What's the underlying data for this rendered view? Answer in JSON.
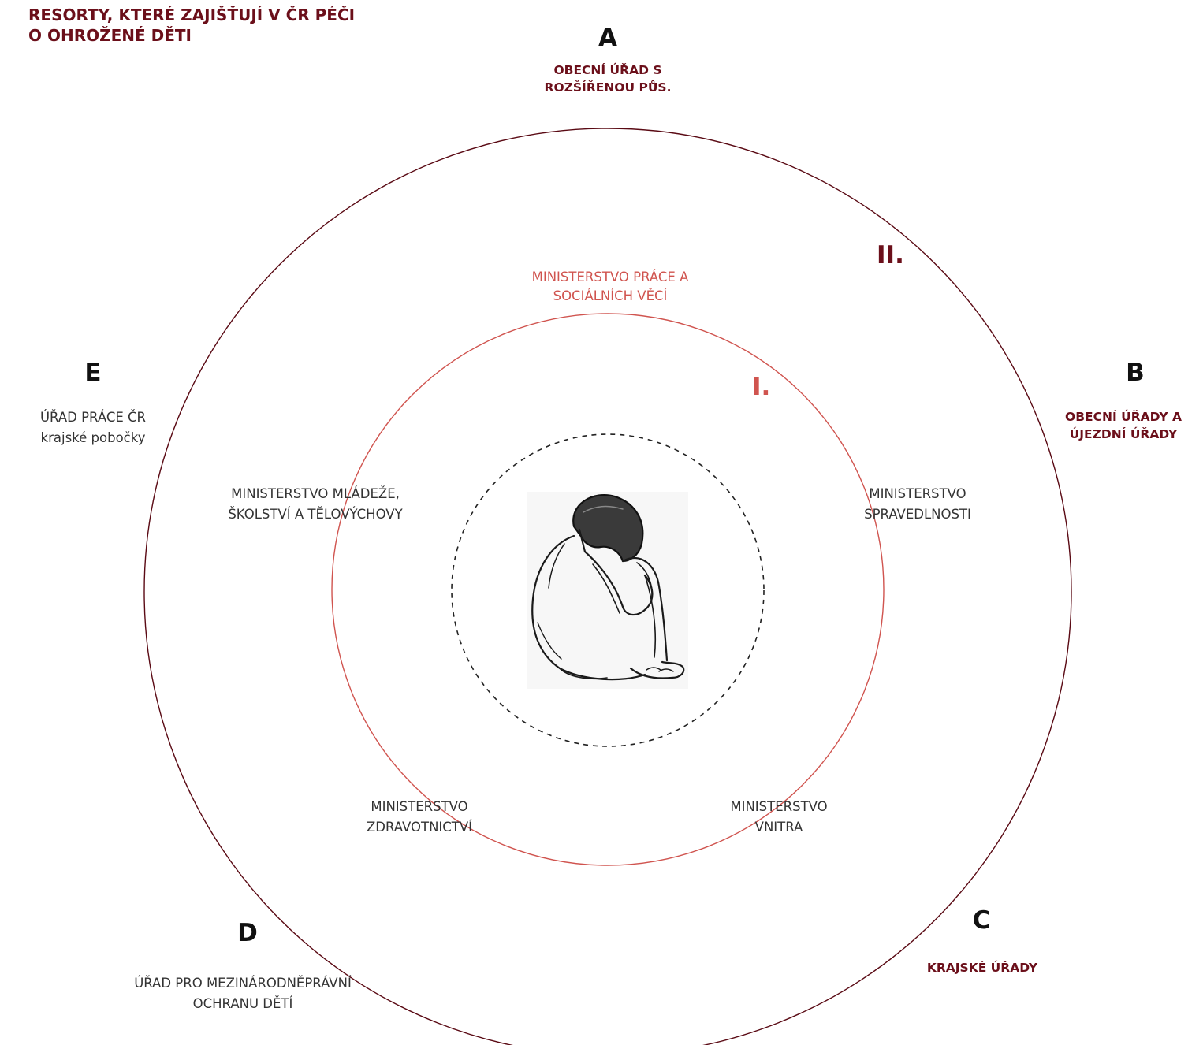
{
  "title": {
    "line1": "RESORTY, KTERÉ ZAJIŠŤUJÍ V ČR PÉČI",
    "line2": "O OHROŽENÉ DĚTI"
  },
  "rings": {
    "inner_label": "I.",
    "outer_label": "II."
  },
  "ministries": {
    "mpsv": {
      "line1": "MINISTERSTVO PRÁCE A",
      "line2": "SOCIÁLNÍCH VĚCÍ"
    },
    "msmt": {
      "line1": "MINISTERSTVO MLÁDEŽE,",
      "line2": "ŠKOLSTVÍ A TĚLOVÝCHOVY"
    },
    "msp": {
      "line1": "MINISTERSTVO",
      "line2": "SPRAVEDLNOSTI"
    },
    "mzd": {
      "line1": "MINISTERSTVO",
      "line2": "ZDRAVOTNICTVÍ"
    },
    "mv": {
      "line1": "MINISTERSTVO",
      "line2": "VNITRA"
    }
  },
  "nodes": {
    "A": {
      "letter": "A",
      "line1": "OBECNÍ ÚŘAD S",
      "line2": "ROZŠÍŘENOU PŮS."
    },
    "B": {
      "letter": "B",
      "line1": "OBECNÍ ÚŘADY A",
      "line2": "ÚJEZDNÍ ÚŘADY"
    },
    "C": {
      "letter": "C",
      "line1": "KRAJSKÉ ÚŘADY"
    },
    "D": {
      "letter": "D",
      "line1": "ÚŘAD PRO MEZINÁRODNĚPRÁVNÍ",
      "line2": "OCHRANU DĚTÍ"
    },
    "E": {
      "letter": "E",
      "line1": "ÚŘAD PRÁCE ČR",
      "line2": "krajské pobočky"
    }
  },
  "colors": {
    "dark_red": "#6b0f1a",
    "light_red": "#d0544f",
    "outer_ring": "#5a0a14",
    "dashed": "#222222"
  },
  "center_image": "sitting-child-sketch"
}
